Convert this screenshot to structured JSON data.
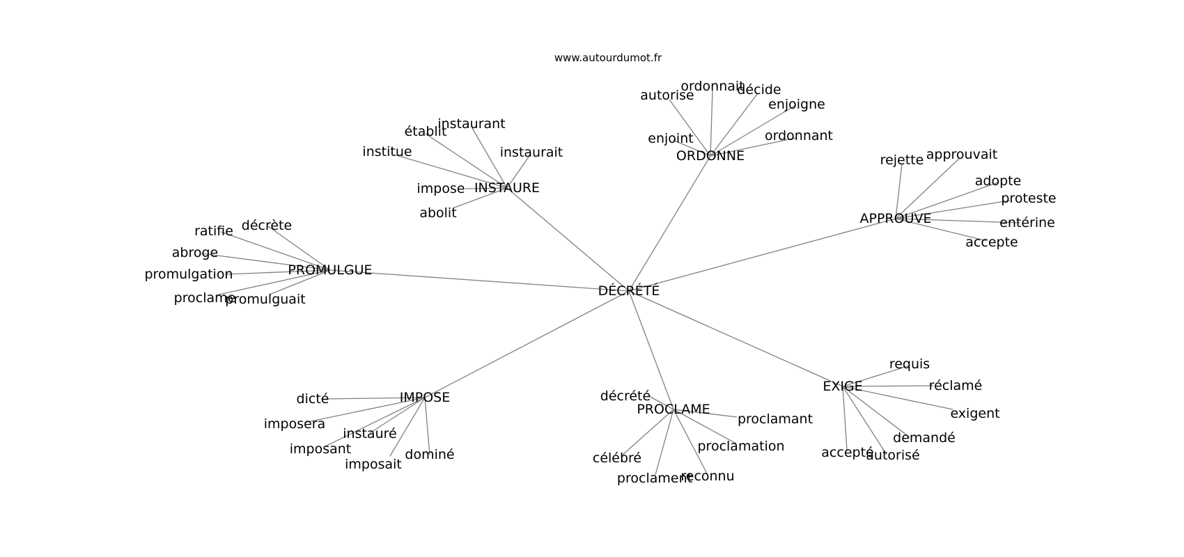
{
  "source": "www.autourdumot.fr",
  "graph": {
    "center": "DÉCRÉTÉ",
    "groups": [
      {
        "hub": "INSTAURE",
        "leaves": [
          "établit",
          "instaurant",
          "institue",
          "instaurait",
          "impose",
          "abolit"
        ]
      },
      {
        "hub": "ORDONNE",
        "leaves": [
          "autorise",
          "ordonnait",
          "décide",
          "enjoigne",
          "enjoint",
          "ordonnant"
        ]
      },
      {
        "hub": "APPROUVE",
        "leaves": [
          "rejette",
          "approuvait",
          "adopte",
          "proteste",
          "entérine",
          "accepte"
        ]
      },
      {
        "hub": "PROMULGUE",
        "leaves": [
          "ratifie",
          "décrète",
          "abroge",
          "promulgation",
          "proclame",
          "promulguait"
        ]
      },
      {
        "hub": "IMPOSE",
        "leaves": [
          "dicté",
          "imposera",
          "instauré",
          "imposant",
          "imposait",
          "dominé"
        ]
      },
      {
        "hub": "PROCLAME",
        "leaves": [
          "décrété",
          "proclamant",
          "proclamation",
          "célébré",
          "proclament",
          "reconnu"
        ]
      },
      {
        "hub": "EXIGE",
        "leaves": [
          "requis",
          "réclamé",
          "exigent",
          "demandé",
          "accepté",
          "autorisé"
        ]
      }
    ]
  }
}
